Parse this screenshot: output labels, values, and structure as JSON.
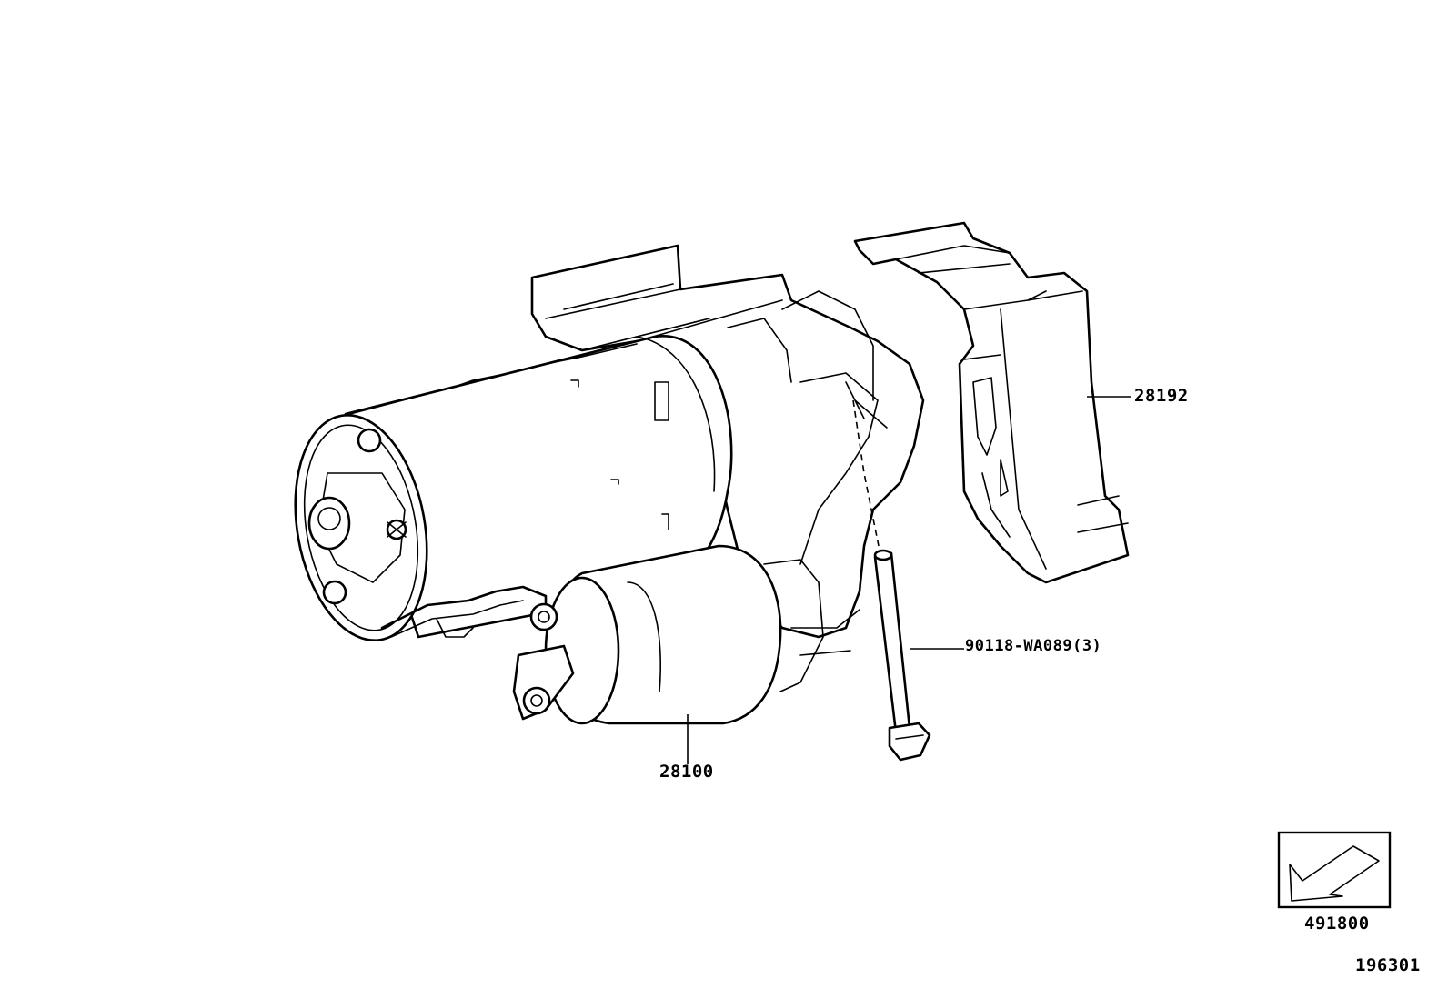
{
  "callouts": {
    "starter": "28100",
    "bracket": "28192",
    "bolt": "90118-WA089(3)",
    "reference": "491800",
    "illustration_id": "196301"
  },
  "icons": {
    "reference_box": "arrow-reference-icon"
  }
}
